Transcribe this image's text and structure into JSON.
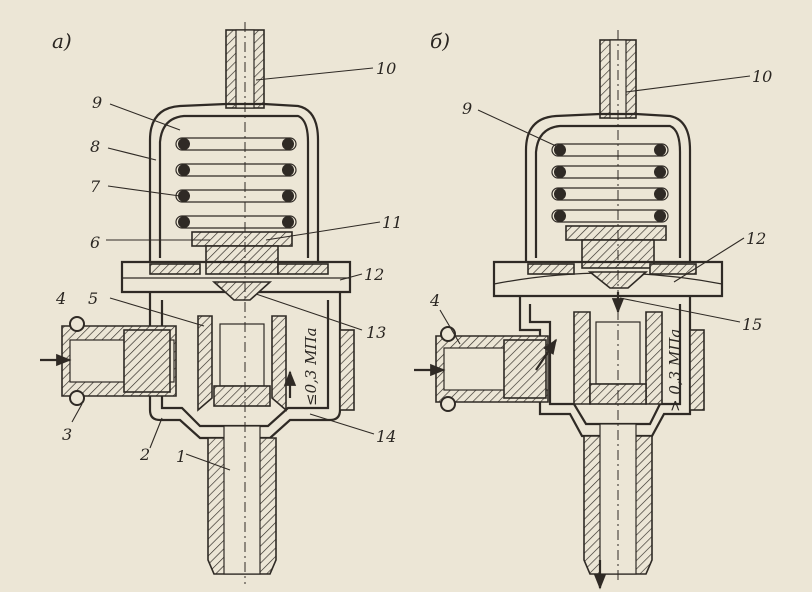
{
  "panel_a": {
    "title": "а)",
    "pressure_label": "≤0,3 МПа",
    "callouts": [
      "1",
      "2",
      "3",
      "4",
      "5",
      "6",
      "7",
      "8",
      "9",
      "10",
      "11",
      "12",
      "13",
      "14"
    ]
  },
  "panel_b": {
    "title": "б)",
    "pressure_label": "> 0,3 МПа",
    "callouts": [
      "4",
      "9",
      "10",
      "12",
      "15"
    ]
  }
}
